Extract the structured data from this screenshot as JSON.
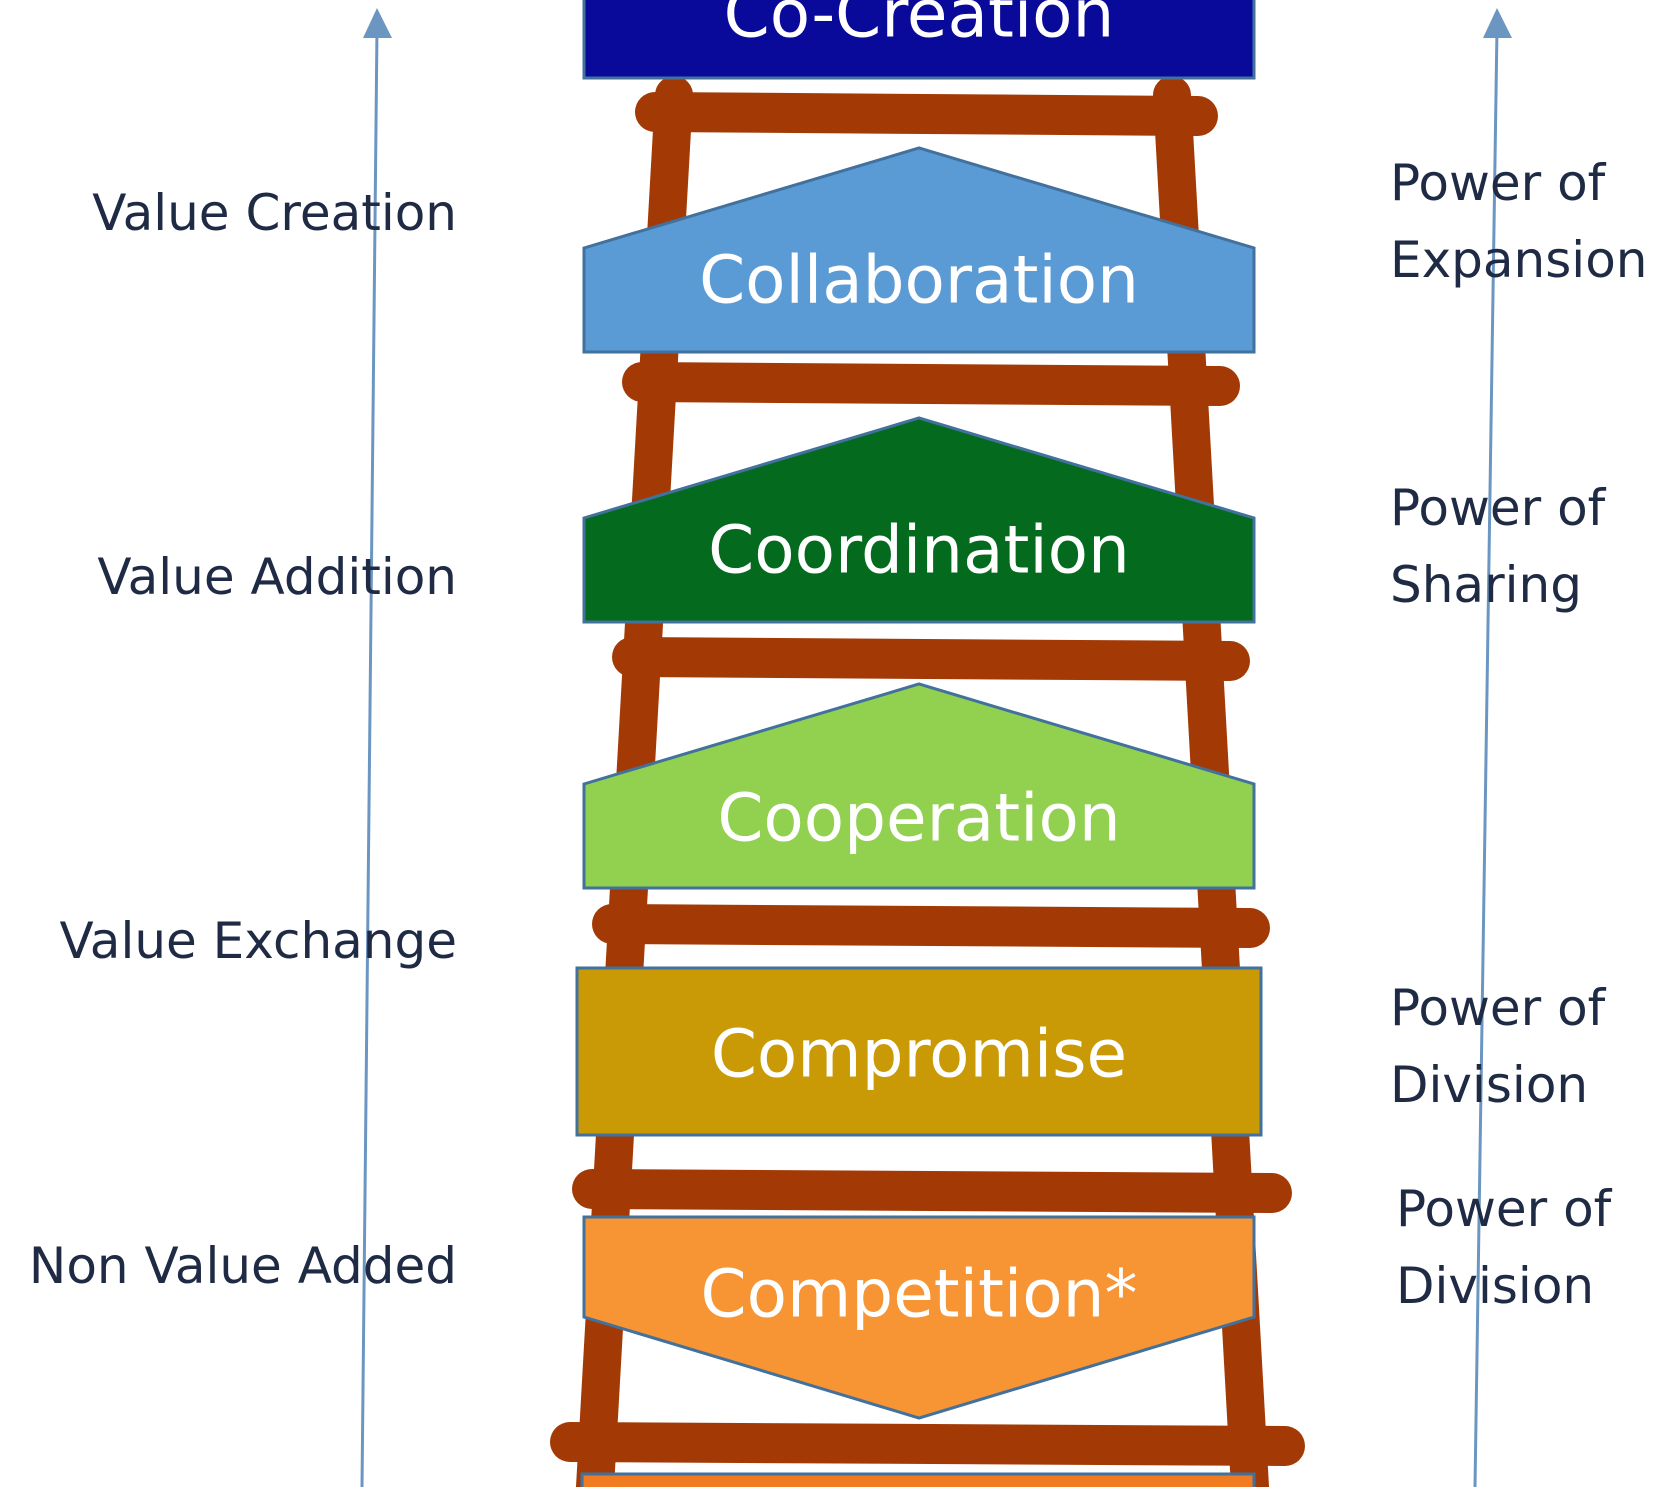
{
  "stages": [
    {
      "label": "Co-Creation",
      "color": "#0a0a9a"
    },
    {
      "label": "Collaboration",
      "color": "#5b9bd5"
    },
    {
      "label": "Coordination",
      "color": "#046b1e"
    },
    {
      "label": "Cooperation",
      "color": "#92d050"
    },
    {
      "label": "Compromise",
      "color": "#c99a06"
    },
    {
      "label": "Competition*",
      "color": "#f79433"
    }
  ],
  "left_labels": {
    "value_creation": "Value Creation",
    "value_addition": "Value Addition",
    "value_exchange": "Value Exchange",
    "non_value_added": "Non Value Added"
  },
  "right_labels": {
    "expansion": [
      "Power of",
      "Expansion"
    ],
    "sharing": [
      "Power of",
      "Sharing"
    ],
    "division_1": [
      "Power of",
      "Division"
    ],
    "division_2": [
      "Power of",
      "Division"
    ]
  },
  "colors": {
    "ladder": "#a33a06",
    "arrow": "#6b96c2",
    "stage_border": "#41719c",
    "side_text": "#1f2a44"
  }
}
